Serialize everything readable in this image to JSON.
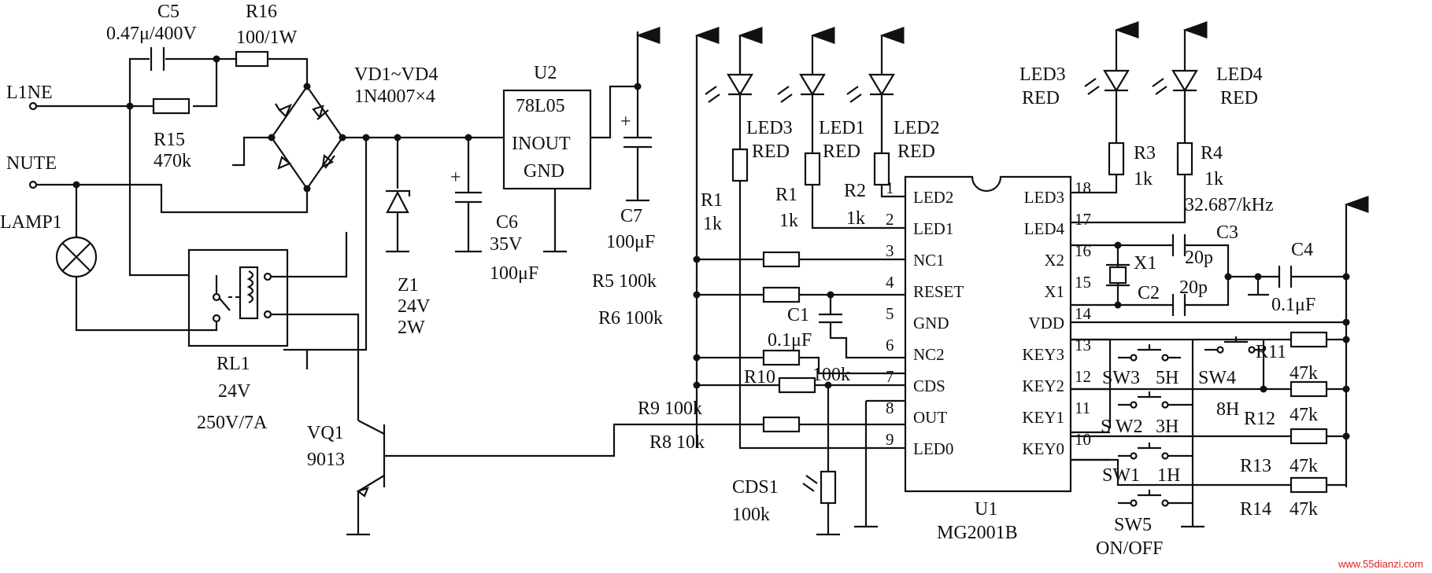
{
  "labels": {
    "c5": "C5",
    "c5_val": "0.47μ/400V",
    "r16": "R16",
    "r16_val": "100/1W",
    "line": "L1NE",
    "nute": "NUTE",
    "r15": "R15",
    "r15_val": "470k",
    "bridge": "VD1~VD4",
    "bridge_val": "1N4007×4",
    "u2": "U2",
    "u2_part": "78L05",
    "u2_io": "INOUT",
    "u2_gnd": "GND",
    "lamp": "LAMP1",
    "z1": "Z1",
    "z1_v": "24V",
    "z1_w": "2W",
    "c6": "C6",
    "c6_v": "35V",
    "c6_c": "100μF",
    "c7": "C7",
    "c7_c": "100μF",
    "rl1": "RL1",
    "rl1_v": "24V",
    "rl1_r": "250V/7A",
    "vq1": "VQ1",
    "vq1_part": "9013",
    "led3_top": "LED3",
    "led1_top": "LED1",
    "led2_top": "LED2",
    "red": "RED",
    "led3_r": "LED3",
    "led4_r": "LED4",
    "r1a": "R1",
    "r1b": "R1",
    "r2": "R2",
    "k1": "1k",
    "r3": "R3",
    "r4": "R4",
    "freq": "32.687/kHz",
    "r5": "R5 100k",
    "r6": "R6 100k",
    "c1": "C1",
    "c1_val": "0.1μF",
    "r10": "R10",
    "r10_val": "100k",
    "r9": "R9 100k",
    "r8": "R8 10k",
    "cds1": "CDS1",
    "cds1_val": "100k",
    "u1": "U1",
    "u1_part": "MG2001B",
    "c3": "C3",
    "c2": "C2",
    "x1": "X1",
    "p20": "20p",
    "c4": "C4",
    "c4_val": "0.1μF",
    "r11": "R11",
    "r12": "R12",
    "r13": "R13",
    "r14": "R14",
    "k47": "47k",
    "sw3": "SW3",
    "sw4": "SW4",
    "sw2": "S W2",
    "sw1": "SW1",
    "sw5": "SW5",
    "h5": "5H",
    "h8": "8H",
    "h3": "3H",
    "h1": "1H",
    "onoff": "ON/OFF",
    "watermark": "www.55dianzi.com"
  },
  "u1_pins_left": [
    {
      "num": "1",
      "name": "LED2"
    },
    {
      "num": "2",
      "name": "LED1"
    },
    {
      "num": "3",
      "name": "NC1"
    },
    {
      "num": "4",
      "name": "RESET"
    },
    {
      "num": "5",
      "name": "GND"
    },
    {
      "num": "6",
      "name": "NC2"
    },
    {
      "num": "7",
      "name": "CDS"
    },
    {
      "num": "8",
      "name": "OUT"
    },
    {
      "num": "9",
      "name": "LED0"
    }
  ],
  "u1_pins_right": [
    {
      "num": "18",
      "name": "LED3"
    },
    {
      "num": "17",
      "name": "LED4"
    },
    {
      "num": "16",
      "name": "X2"
    },
    {
      "num": "15",
      "name": "X1"
    },
    {
      "num": "14",
      "name": "VDD"
    },
    {
      "num": "13",
      "name": "KEY3"
    },
    {
      "num": "12",
      "name": "KEY2"
    },
    {
      "num": "11",
      "name": "KEY1"
    },
    {
      "num": "10",
      "name": "KEY0"
    }
  ]
}
